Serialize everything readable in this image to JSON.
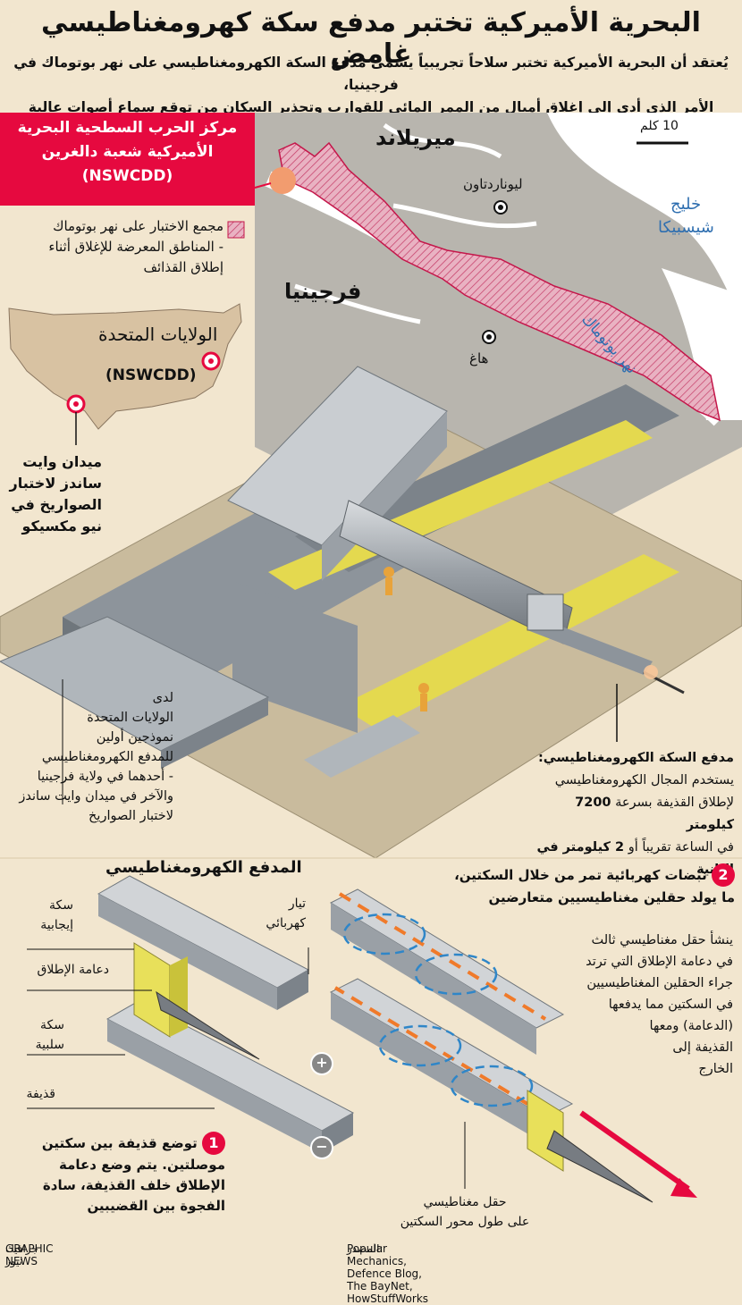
{
  "header": {
    "title": "البحرية الأميركية تختبر مدفع سكة كهرومغناطيسي غامض",
    "subtitle_line1": "يُعتقد أن البحرية الأميركية تختبر سلاحاً تجريبياً يسمى مدفع السكة الكهرومغناطيسي على نهر بوتوماك في فرجينيا،",
    "subtitle_line2": "الأمر الذي أدى إلى إغلاق أميال من الممر المائي للقوارب وتحذير السكان من توقع سماع أصوات عالية وضجيج"
  },
  "map": {
    "center_label": "مركز الحرب السطحية البحرية الأميركية شعبة دالغرين (NSWCDD)",
    "center_line1": "مركز الحرب السطحية البحرية",
    "center_line2": "الأميركية شعبة دالغرين",
    "center_line3": "(NSWCDD)",
    "maryland": "ميريلاند",
    "virginia": "فرجينيا",
    "leonardtown": "ليوناردتاون",
    "hague": "هاغ",
    "bay": "خليج",
    "bay2": "شيسبيكا",
    "river": "نهر بوتوماك",
    "scale": "10 كلم",
    "legend_line1": "مجمع الاختبار على نهر بوتوماك",
    "legend_line2": "- المناطق المعرضة للإغلاق أثناء",
    "legend_line3": "إطلاق القذائف"
  },
  "usmap": {
    "title": "الولايات المتحدة",
    "nswcdd": "(NSWCDD)",
    "white_sands_1": "ميدان وايت",
    "white_sands_2": "ساندز لاختبار",
    "white_sands_3": "الصواريخ في",
    "white_sands_4": "نيو مكسيكو"
  },
  "prototypes": {
    "l1": "لدى",
    "l2": "الولايات المتحدة",
    "l3": "نموذجين أولين",
    "l4": "للمدفع الكهرومغناطيسي",
    "l5": "- أحدهما في ولاية فرجينيا",
    "l6": "والآخر في ميدان وايت ساندز",
    "l7": "لاختبار الصواريخ"
  },
  "railgun_desc": {
    "heading": "مدفع السكة الكهرومغناطيسي:",
    "l1": "يستخدم المجال الكهرومغناطيسي",
    "l2a": "لإطلاق القذيفة بسرعة",
    "l2b": "7200 كيلومتر",
    "l3a": "في الساعة تقريباً أو",
    "l3b": "2 كيلومتر في الثانية"
  },
  "diagram": {
    "heading": "المدفع الكهرومغناطيسي",
    "pos_rail_1": "سكة",
    "pos_rail_2": "إيجابية",
    "armature": "دعامة الإطلاق",
    "neg_rail_1": "سكة",
    "neg_rail_2": "سلبية",
    "projectile": "قذيفة",
    "current_1": "تيار",
    "current_2": "كهربائي",
    "field_1": "حقل مغناطيسي",
    "field_2": "على طول محور السكتين",
    "step1_num": "1",
    "step1_l1": "توضع قذيفة بين سكتين",
    "step1_l2": "موصلتين. يتم وضع دعامة",
    "step1_l3": "الإطلاق خلف القذيفة، سادة",
    "step1_l4": "الفجوة بين القضيبين",
    "step2_num": "2",
    "step2_l1": "نبضات كهربائية تمر من خلال السكتين،",
    "step2_l2": "ما يولد حقلين مغناطيسيين متعارضين",
    "step2_d1": "ينشأ حقل مغناطيسي ثالث",
    "step2_d2": "في دعامة الإطلاق التي ترتد",
    "step2_d3": "جراء الحقلين المغناطيسيين",
    "step2_d4": "في السكتين مما يدفعها",
    "step2_d5": "(الدعامة) ومعها",
    "step2_d6": "القذيفة إلى",
    "step2_d7": "الخارج",
    "plus": "+",
    "minus": "−"
  },
  "footer": {
    "source_label": "المصدر:",
    "source": "Popular Mechanics, Defence Blog, The BayNet, HowStuffWorks",
    "brand": "GRAPHIC NEWS",
    "brand_ar": "جرافيك نيوز"
  },
  "colors": {
    "accent": "#e6093f",
    "land": "#b7b4ae",
    "water": "#ffffff",
    "rail": "#8b9196",
    "yellow": "#e8e05a"
  }
}
